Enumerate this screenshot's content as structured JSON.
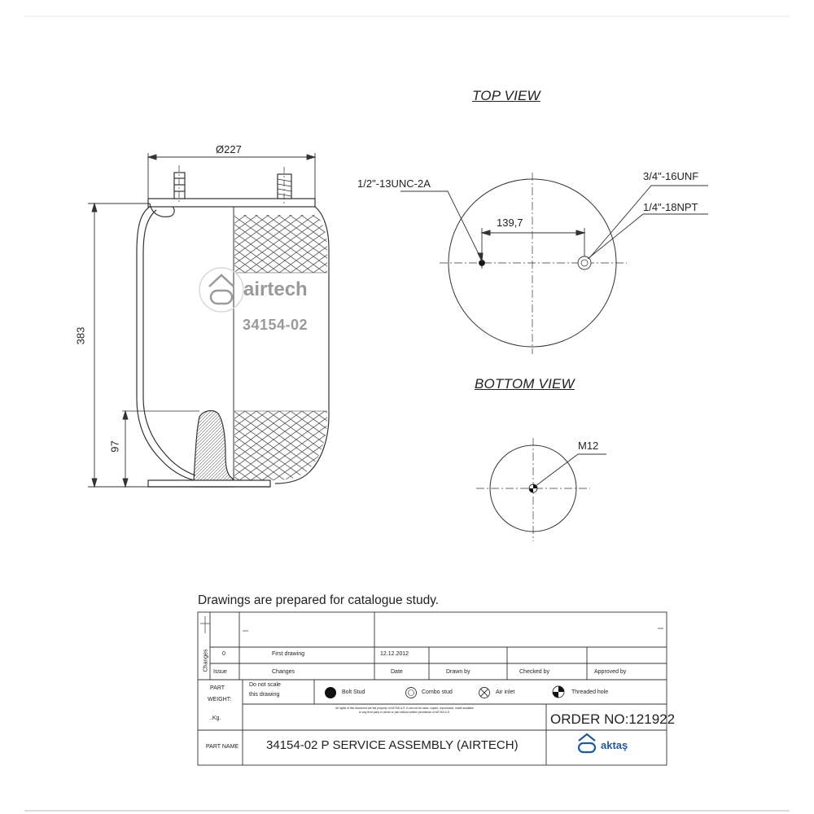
{
  "views": {
    "top_title": "TOP VIEW",
    "bottom_title": "BOTTOM VIEW"
  },
  "dimensions": {
    "diameter": "Ø227",
    "height": "383",
    "piston_height": "97",
    "stud_spacing": "139,7"
  },
  "callouts": {
    "stud_thread": "1/2\"-13UNC-2A",
    "air_thread_1": "3/4\"-16UNF",
    "air_thread_2": "1/4\"-18NPT",
    "bottom_thread": "M12"
  },
  "product": {
    "brand": "airtech",
    "code": "34154-02"
  },
  "disclaimer": "Drawings are  prepared for  catalogue study.",
  "title_block": {
    "changes_label": "Changes",
    "row": {
      "issue": "0",
      "change": "First drawing",
      "date": "12.12.2012"
    },
    "headers": {
      "issue": "Issue",
      "changes": "Changes",
      "date": "Date",
      "drawn_by": "Drawn by",
      "checked_by": "Checked by",
      "approved_by": "Approved by"
    },
    "part_weight_label_1": "PART",
    "part_weight_label_2": "WEIGHT:",
    "weight_unit": "..Kg.",
    "do_not_scale_1": "Do not scale",
    "do_not_scale_2": "this drawing",
    "legend": {
      "bolt_stud": "Bolt Stud",
      "combo_stud": "Combo stud",
      "air_inlet": "Air inlet",
      "threaded_hole": "Threaded hole"
    },
    "rights_notice": "All rights of this document are the property of AKTAS A.S. It can not be used, copied, reproduced, made available to any third party in whole or part without written permission of AKTAS A.S.",
    "order_no": "ORDER NO:121922",
    "part_name_label": "PART NAME",
    "part_name": "34154-02 P SERVICE ASSEMBLY (AIRTECH)",
    "company": "aktaş"
  },
  "colors": {
    "line": "#333333",
    "brand_blue": "#1e5aa0"
  }
}
